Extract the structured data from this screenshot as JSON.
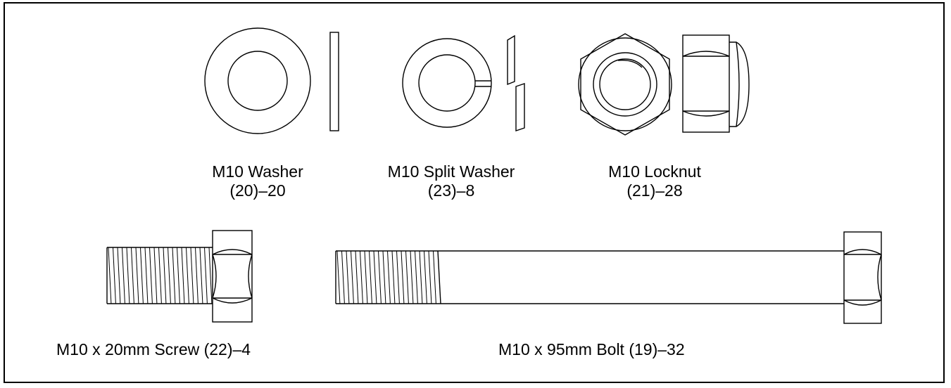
{
  "parts": {
    "washer": {
      "name": "M10 Washer",
      "qty": "(20)–20"
    },
    "split_washer": {
      "name": "M10 Split Washer",
      "qty": "(23)–8"
    },
    "locknut": {
      "name": "M10 Locknut",
      "qty": "(21)–28"
    },
    "screw": {
      "label": "M10 x 20mm Screw (22)–4"
    },
    "bolt": {
      "label": "M10 x 95mm Bolt (19)–32"
    }
  },
  "colors": {
    "line": "#000000",
    "background": "#ffffff"
  }
}
